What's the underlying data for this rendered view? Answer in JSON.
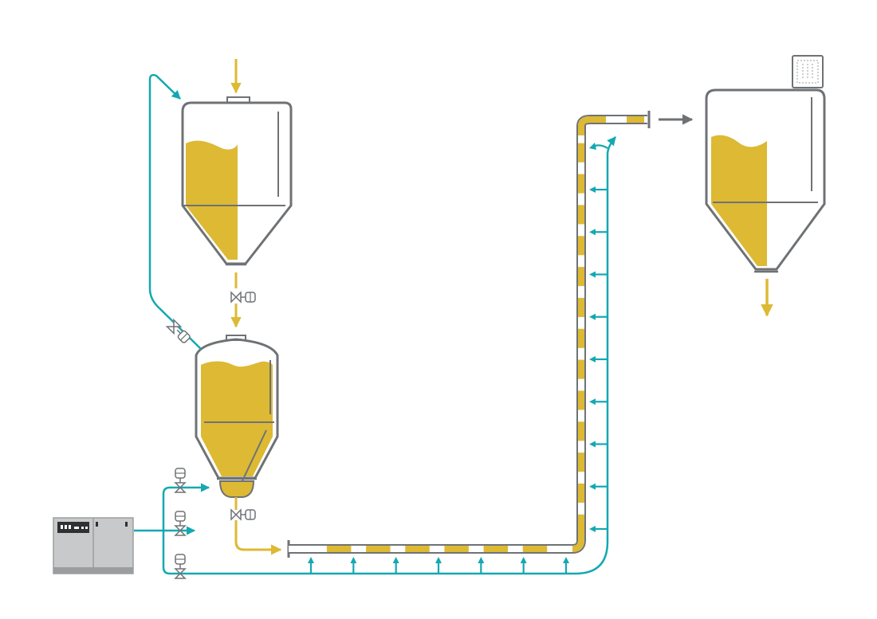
{
  "colors": {
    "product": "#DDB934",
    "air": "#14A8B2",
    "vessel": "#6F7275",
    "cabinet": "#C8C9CA",
    "cabinet_dark": "#9B9D9F",
    "panel": "#2E3033",
    "arrow_grey": "#6F7275"
  },
  "icons": {
    "valve": "butterfly-valve-icon",
    "actuator": "valve-actuator-icon",
    "filter": "dust-filter-icon",
    "controller": "control-cabinet-icon"
  },
  "conveying_line": {
    "horizontal_segments": 6,
    "vertical_segments": 13,
    "air_injection_points_horizontal": 7,
    "air_injection_points_vertical": 9
  }
}
